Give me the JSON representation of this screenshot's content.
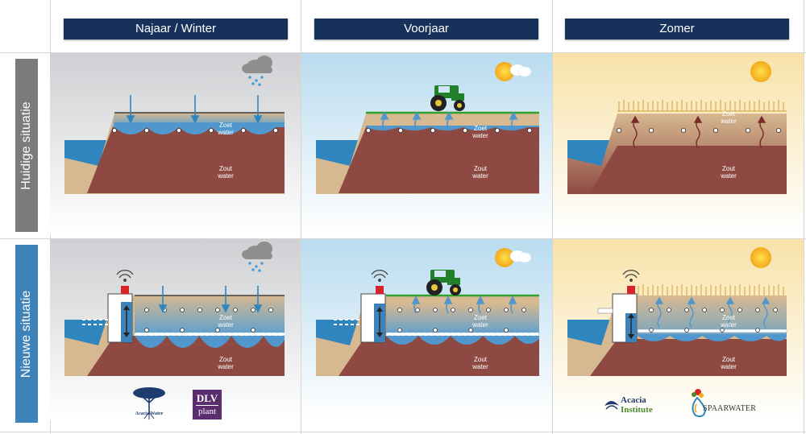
{
  "columns": [
    {
      "id": "najaar",
      "label": "Najaar / Winter"
    },
    {
      "id": "voorjaar",
      "label": "Voorjaar"
    },
    {
      "id": "zomer",
      "label": "Zomer"
    }
  ],
  "rows": [
    {
      "id": "huidig",
      "label": "Huidige situatie"
    },
    {
      "id": "nieuw",
      "label": "Nieuwe situatie"
    }
  ],
  "labels": {
    "zoet_water": [
      "Zoet",
      "water"
    ],
    "zout_water": [
      "Zout",
      "water"
    ]
  },
  "logos": {
    "acacia_water": "Acacia Water",
    "dlv_top": "DLV",
    "dlv_bottom": "plant",
    "acacia_institute_top": "Acacia",
    "acacia_institute_bottom": "Institute",
    "spaarwater": "SPAARWATER"
  },
  "colors": {
    "header_bg": "#16315a",
    "row_label_current": "#7b7b7b",
    "row_label_new": "#3d82b8",
    "salt_water": "#8e4a42",
    "fresh_water": "#5a9fd0",
    "sand": "#d6b891",
    "sea": "#2f86bf",
    "grass": "#35a12d"
  },
  "icons": [
    "rain-cloud-icon",
    "sun-icon",
    "sun-cloud-icon",
    "tractor-icon",
    "wifi-signal-icon"
  ]
}
